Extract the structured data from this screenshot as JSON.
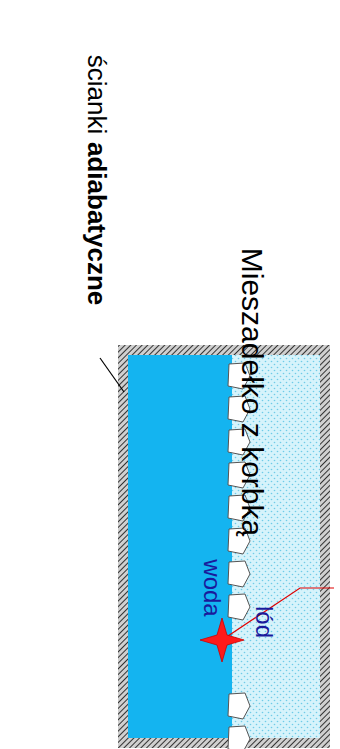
{
  "diagram": {
    "nodes": [
      {
        "text": [
          "woda"
        ]
      },
      {
        "text": [
          "lód"
        ]
      }
    ],
    "labels": [
      "Mieszadełko z korbką",
      "ścianki",
      "adiabatyczne"
    ]
  }
}
